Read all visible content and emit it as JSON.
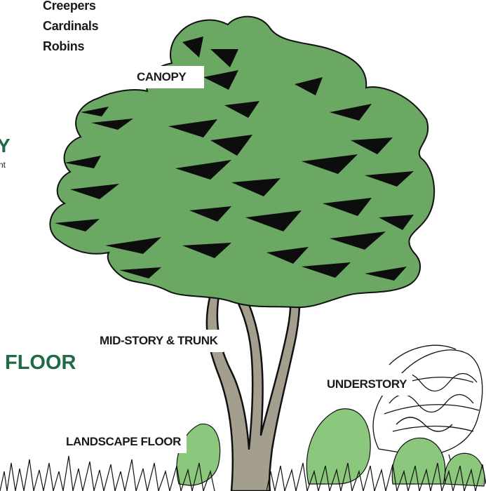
{
  "birds": [
    "Creepers",
    "Cardinals",
    "Robins"
  ],
  "side_text": {
    "fragment_top": "Y",
    "fragment_small": "nt",
    "fragment_floor": "FLOOR"
  },
  "layers": {
    "canopy": "CANOPY",
    "mid_story": "MID-STORY & TRUNK",
    "understory": "UNDERSTORY",
    "landscape_floor": "LANDSCAPE FLOOR"
  },
  "colors": {
    "foliage": "#6aa864",
    "shadow": "#0d0d0d",
    "trunk": "#a39e8d",
    "accent_green": "#1f6b45"
  }
}
